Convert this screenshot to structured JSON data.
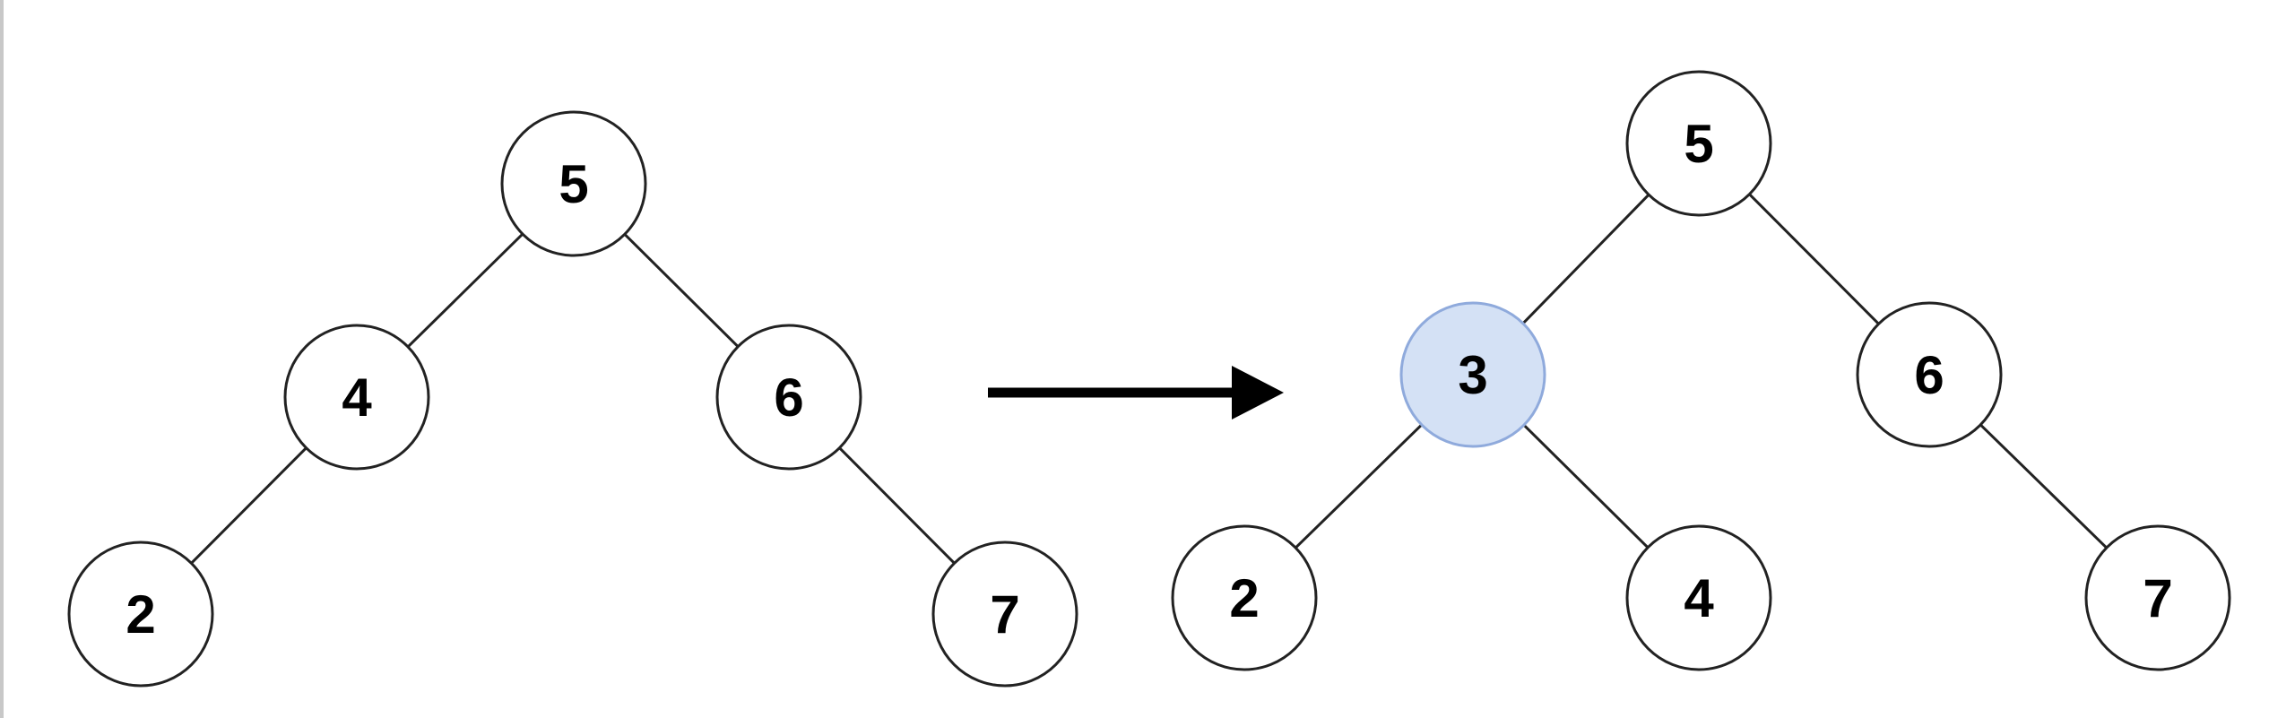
{
  "colors": {
    "stroke": "#222222",
    "node_fill": "#ffffff",
    "highlight_fill": "#d4e1f5",
    "highlight_stroke": "#8faadc",
    "arrow": "#000000",
    "text": "#000000"
  },
  "before_tree": {
    "nodes": [
      {
        "id": "b5",
        "label": "5"
      },
      {
        "id": "b4",
        "label": "4"
      },
      {
        "id": "b6",
        "label": "6"
      },
      {
        "id": "b2",
        "label": "2"
      },
      {
        "id": "b7",
        "label": "7"
      }
    ],
    "edges": [
      [
        "b5",
        "b4"
      ],
      [
        "b5",
        "b6"
      ],
      [
        "b4",
        "b2"
      ],
      [
        "b6",
        "b7"
      ]
    ]
  },
  "after_tree": {
    "nodes": [
      {
        "id": "a5",
        "label": "5"
      },
      {
        "id": "a3",
        "label": "3",
        "highlighted": true
      },
      {
        "id": "a6",
        "label": "6"
      },
      {
        "id": "a2",
        "label": "2"
      },
      {
        "id": "a4",
        "label": "4"
      },
      {
        "id": "a7",
        "label": "7"
      }
    ],
    "edges": [
      [
        "a5",
        "a3"
      ],
      [
        "a5",
        "a6"
      ],
      [
        "a3",
        "a2"
      ],
      [
        "a3",
        "a4"
      ],
      [
        "a6",
        "a7"
      ]
    ]
  },
  "arrow": {
    "direction": "right"
  }
}
